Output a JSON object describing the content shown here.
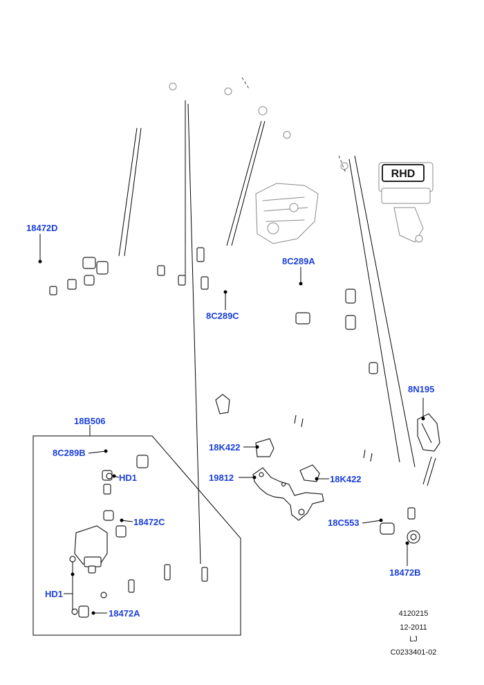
{
  "badge": {
    "text": "RHD"
  },
  "labels": {
    "p18472D": "18472D",
    "p8C289A": "8C289A",
    "p8C289C": "8C289C",
    "p18B506": "18B506",
    "p8C289B": "8C289B",
    "pHD1a": "HD1",
    "p18472C": "18472C",
    "pHD1b": "HD1",
    "p18472A": "18472A",
    "p18K422a": "18K422",
    "p19812": "19812",
    "p18K422b": "18K422",
    "p18C553": "18C553",
    "p18472B": "18472B",
    "p8N195": "8N195"
  },
  "footer": {
    "code": "4120215",
    "date": "12-2011",
    "initials": "LJ",
    "ref": "C0233401-02"
  },
  "colors": {
    "callout": "#1a3fd8",
    "line": "#222222",
    "ghost": "#888888"
  }
}
